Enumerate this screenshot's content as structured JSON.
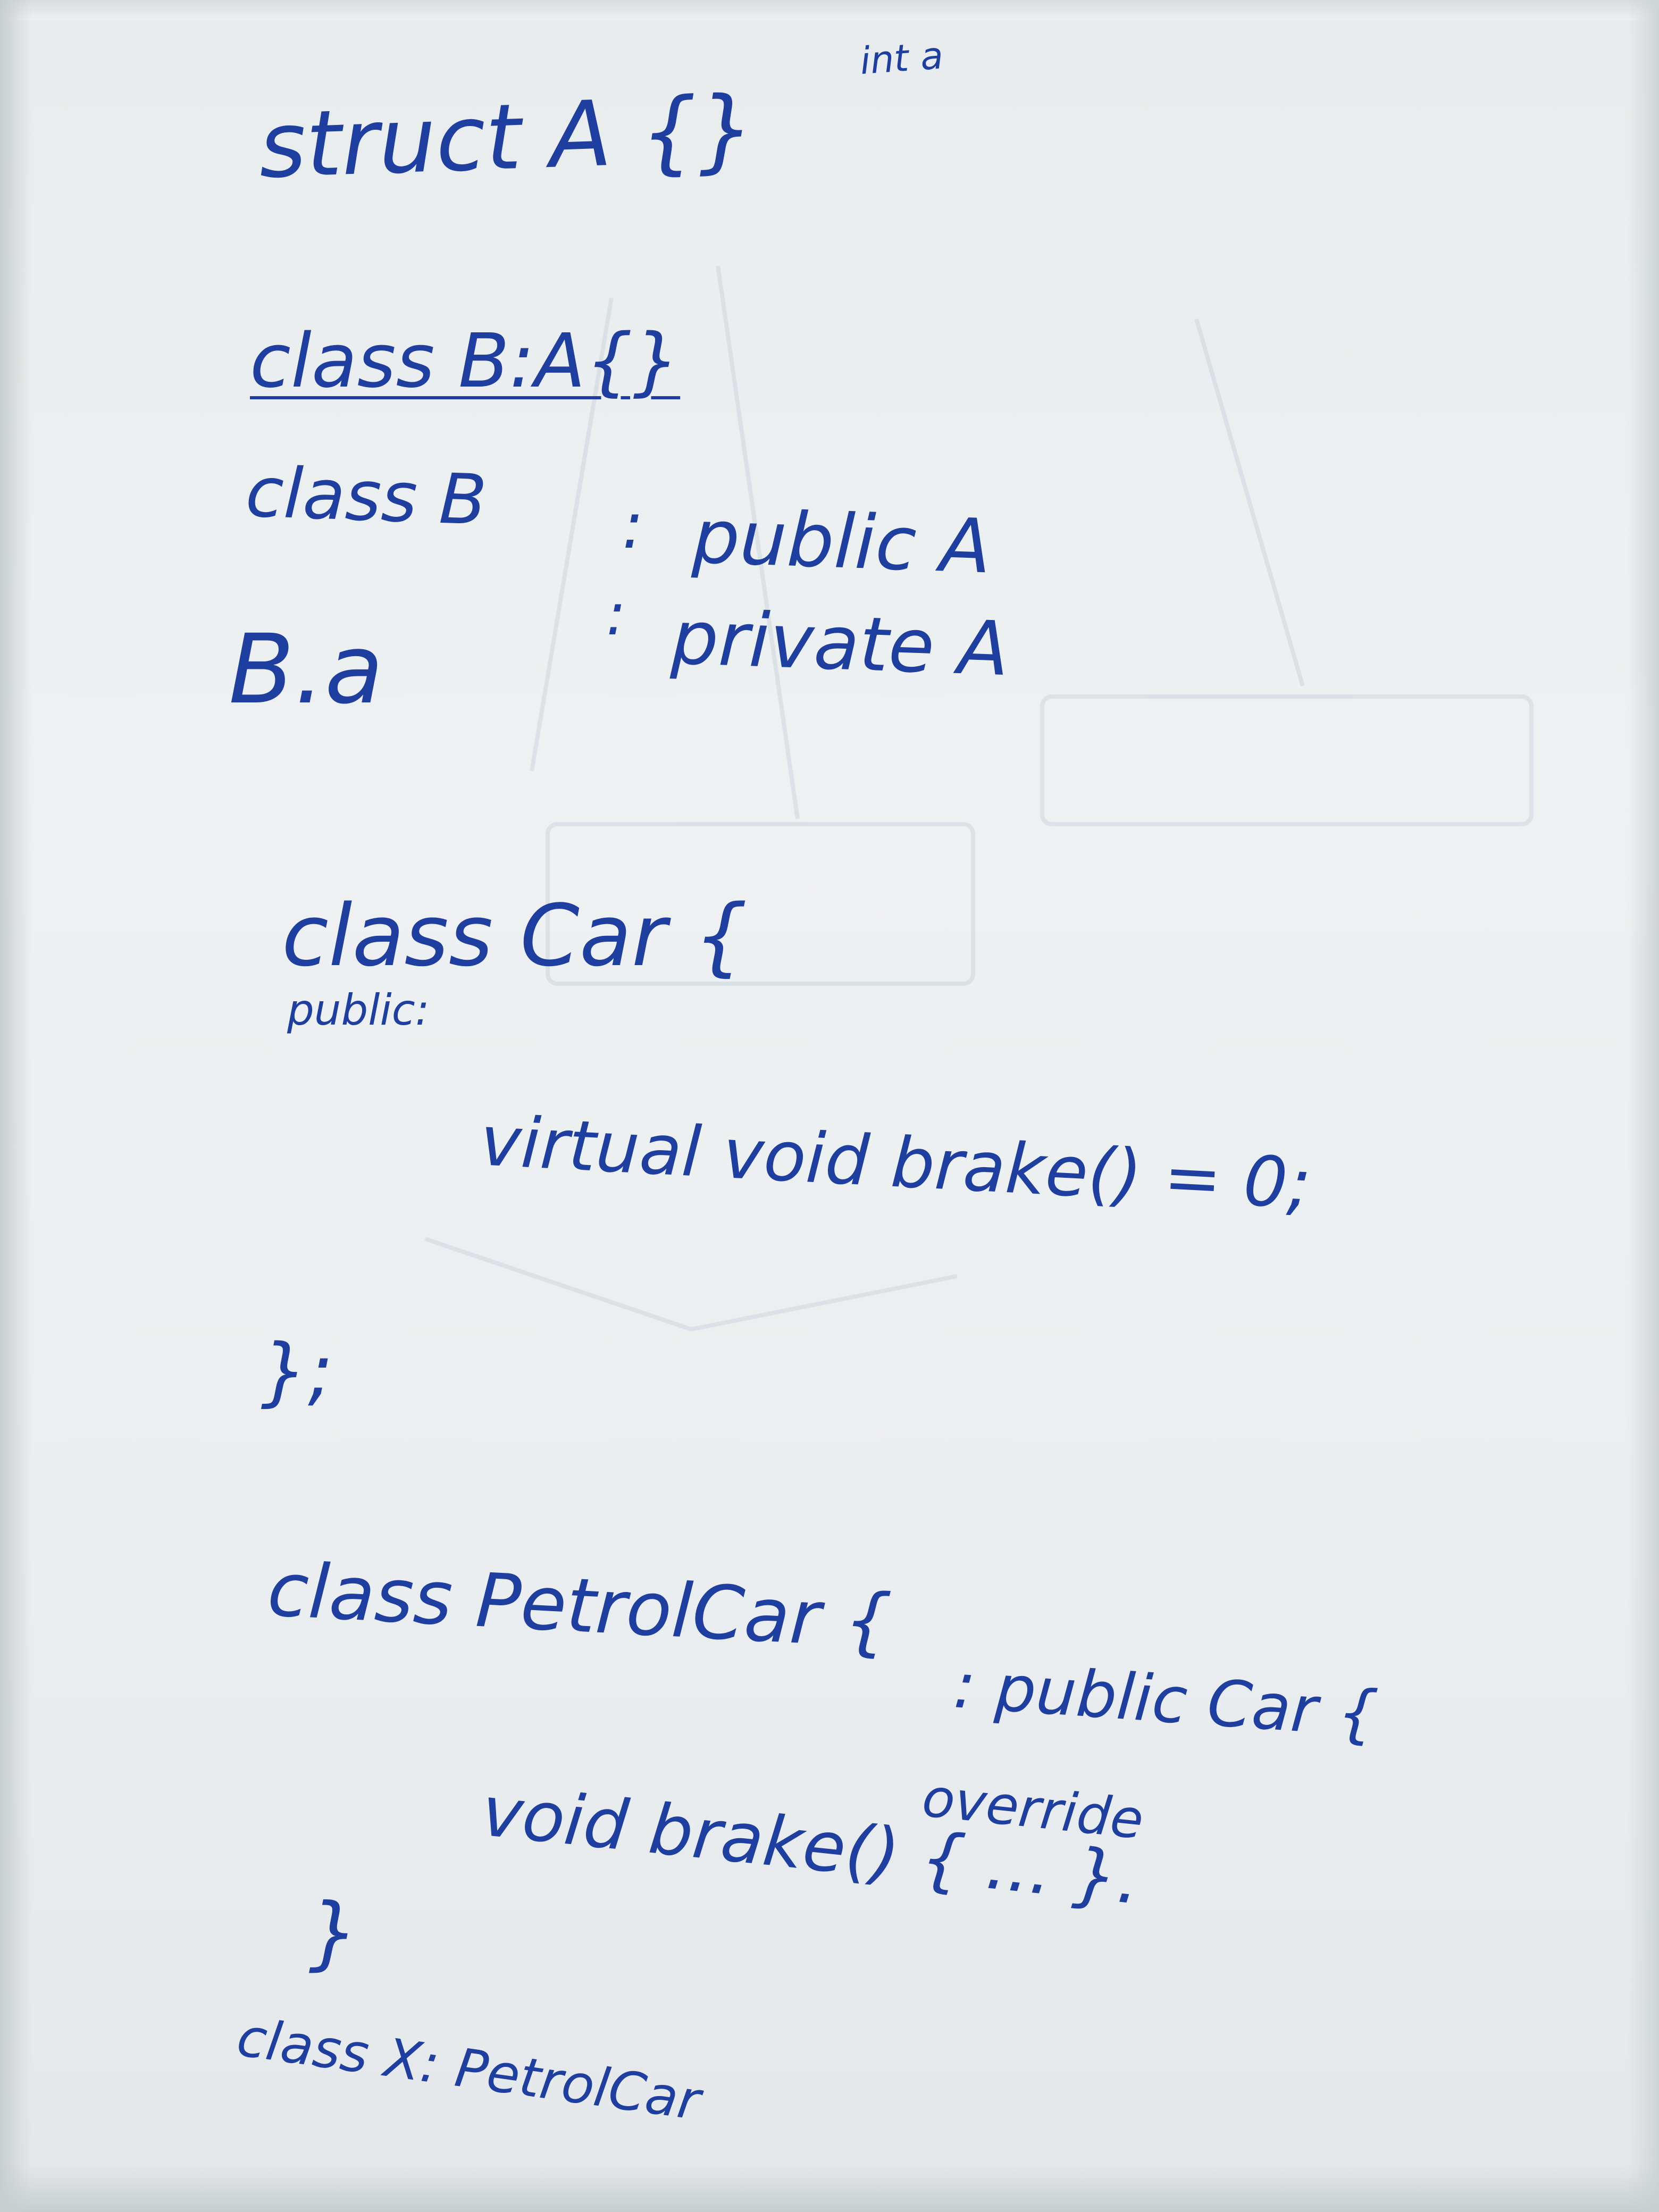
{
  "page": {
    "background": "#eef1f2",
    "ink_color": "#1f3fa0"
  },
  "notes": {
    "int_a": "int a",
    "struct_a": "struct A {}",
    "class_b_a": "class B:A{}",
    "class_b": "class B",
    "colon": ":",
    "public_a": "public A",
    "private_colon": ":",
    "private_a": "private A",
    "b_dot_a": "B.a",
    "class_car": "class Car {",
    "public_label": "public:",
    "virtual_brake": "virtual void brake() = 0;",
    "close_car": "};",
    "class_petrol": "class PetrolCar {",
    "petrol_inherit": ": public Car {",
    "override_label": "override",
    "void_brake": "void brake() { ... }.",
    "close_petrol": "}",
    "class_x": "class X: PetrolCar"
  }
}
